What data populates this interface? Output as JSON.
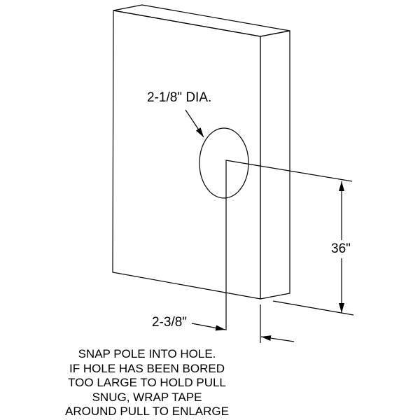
{
  "labels": {
    "hole_diameter": "2-1/8\" DIA.",
    "height": "36\"",
    "offset": "2-3/8\""
  },
  "note": [
    "SNAP POLE INTO HOLE.",
    "IF HOLE HAS BEEN BORED",
    "TOO LARGE TO HOLD PULL",
    "SNUG, WRAP TAPE",
    "AROUND PULL TO ENLARGE"
  ],
  "colors": {
    "line": "#000000",
    "background": "#ffffff"
  }
}
